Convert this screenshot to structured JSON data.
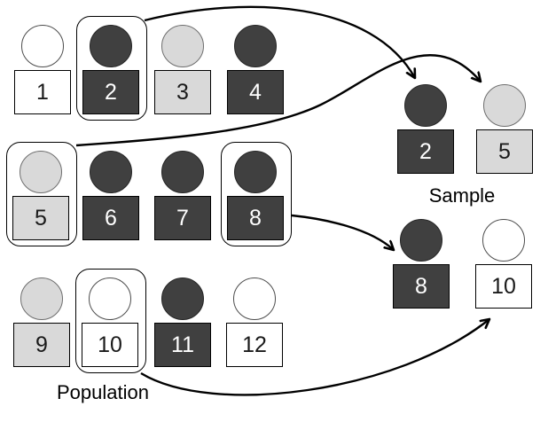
{
  "diagram": {
    "colors": {
      "dark_fill": "#404040",
      "light_fill": "#d9d9d9",
      "white_fill": "#ffffff",
      "stroke": "#000000",
      "background": "#ffffff"
    },
    "population": {
      "label": "Population",
      "figures": [
        {
          "number": "1",
          "shade": "white",
          "selected": false
        },
        {
          "number": "2",
          "shade": "dark",
          "selected": true
        },
        {
          "number": "3",
          "shade": "light",
          "selected": false
        },
        {
          "number": "4",
          "shade": "dark",
          "selected": false
        },
        {
          "number": "5",
          "shade": "light",
          "selected": true
        },
        {
          "number": "6",
          "shade": "dark",
          "selected": false
        },
        {
          "number": "7",
          "shade": "dark",
          "selected": false
        },
        {
          "number": "8",
          "shade": "dark",
          "selected": true
        },
        {
          "number": "9",
          "shade": "light",
          "selected": false
        },
        {
          "number": "10",
          "shade": "white",
          "selected": true
        },
        {
          "number": "11",
          "shade": "dark",
          "selected": false
        },
        {
          "number": "12",
          "shade": "white",
          "selected": false
        }
      ]
    },
    "sample": {
      "label": "Sample",
      "figures": [
        {
          "number": "2",
          "shade": "dark"
        },
        {
          "number": "5",
          "shade": "light"
        },
        {
          "number": "8",
          "shade": "dark"
        },
        {
          "number": "10",
          "shade": "white"
        }
      ]
    },
    "arrows": [
      {
        "from": "population-figure-2",
        "to": "sample-figure-2"
      },
      {
        "from": "population-figure-5",
        "to": "sample-figure-5"
      },
      {
        "from": "population-figure-8",
        "to": "sample-figure-8"
      },
      {
        "from": "population-figure-10",
        "to": "sample-figure-10"
      }
    ]
  }
}
